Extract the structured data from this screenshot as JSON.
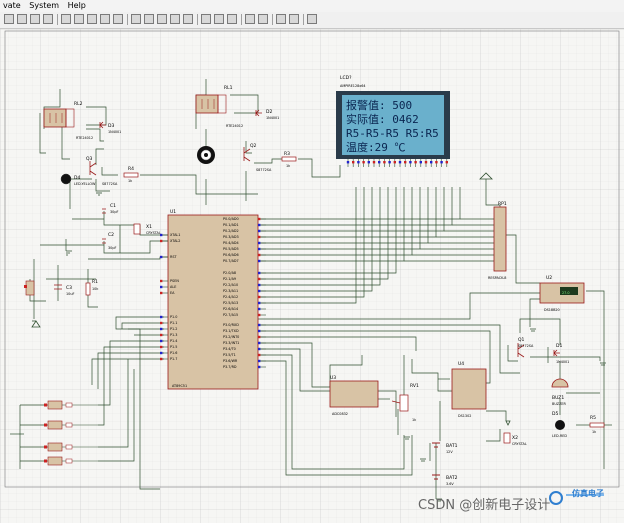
{
  "menu": {
    "items": [
      "vate",
      "System",
      "Help"
    ]
  },
  "toolbar": {
    "button_count": 22
  },
  "components": {
    "rl2": "RL2",
    "rl2_part": "RTE24012",
    "rl1": "RL1",
    "rl1_part": "RTE24012",
    "d3": "D3",
    "d3_part": "1N4001",
    "d2": "D2",
    "d2_part": "1N4001",
    "q3": "Q3",
    "q3_part": "S8772SA",
    "q2": "Q2",
    "q2_part": "S8772SA",
    "r4": "R4",
    "r4_val": "1k",
    "r3": "R3",
    "r3_val": "1k",
    "d4": "D4",
    "d4_part": "LED-YELLOW",
    "c1": "C1",
    "c1_val": "30pF",
    "c2": "C2",
    "c2_val": "30pF",
    "x1": "X1",
    "x1_val": "CRYSTAL",
    "c3": "C3",
    "c3_val": "10uF",
    "r1": "R1",
    "r1_val": "10k",
    "u1": "U1",
    "u1_part": "AT89C51",
    "lcd": "LCD?",
    "lcd_part": "AMPIRE128x64",
    "rp1": "RP1",
    "rp1_part": "RESPACK-8",
    "u2": "U2",
    "u2_part": "DS18B20",
    "u3": "U3",
    "u3_part": "ADC0832",
    "rv1": "RV1",
    "rv1_val": "1k",
    "u4": "U4",
    "u4_part": "DS1302",
    "x2": "X2",
    "x2_val": "CRYSTAL",
    "q1": "Q1",
    "q1_part": "S8772SA",
    "d1": "D1",
    "d1_part": "1N4001",
    "buz1": "BUZ1",
    "buz1_part": "BUZZER",
    "d5": "D5",
    "d5_part": "LED-RED",
    "r5": "R5",
    "r5_val": "1k",
    "bat1": "BAT1",
    "bat1_val": "12V",
    "bat2": "BAT2",
    "bat2_val": "3.6V"
  },
  "u1_pins": {
    "left": [
      "XTAL1",
      "XTAL2",
      "RST",
      "PSEN",
      "ALE",
      "EA",
      "P1.0",
      "P1.1",
      "P1.2",
      "P1.3",
      "P1.4",
      "P1.5",
      "P1.6",
      "P1.7"
    ],
    "right": [
      "P0.0/AD0",
      "P0.1/AD1",
      "P0.2/AD2",
      "P0.3/AD3",
      "P0.4/AD4",
      "P0.5/AD5",
      "P0.6/AD6",
      "P0.7/AD7",
      "P2.0/A8",
      "P2.1/A9",
      "P2.2/A10",
      "P2.3/A11",
      "P2.4/A12",
      "P2.5/A13",
      "P2.6/A14",
      "P2.7/A15",
      "P3.0/RXD",
      "P3.1/TXD",
      "P3.2/INT0",
      "P3.3/INT1",
      "P3.4/T0",
      "P3.5/T1",
      "P3.6/WR",
      "P3.7/RD"
    ]
  },
  "lcd_display": {
    "line1": "报警值:  500",
    "line2": "实际值:  0462",
    "line3": "R5-R5-R5 R5:R5",
    "line4": "温度:29 ℃",
    "bg_color": "#6ab0cc",
    "frame_color": "#2a3b4a"
  },
  "u2_display": "27.0",
  "watermark": {
    "text": "CSDN @创新电子设计",
    "logo": "仿真电子"
  },
  "colors": {
    "wire": "#2f4f2f",
    "component": "#9a1a1a",
    "body_fill": "#d8c3a5",
    "grid": "#e2e2e2",
    "grid_major": "#c8c8c8",
    "pin_blue": "#2222cc",
    "pin_red": "#cc2222"
  }
}
